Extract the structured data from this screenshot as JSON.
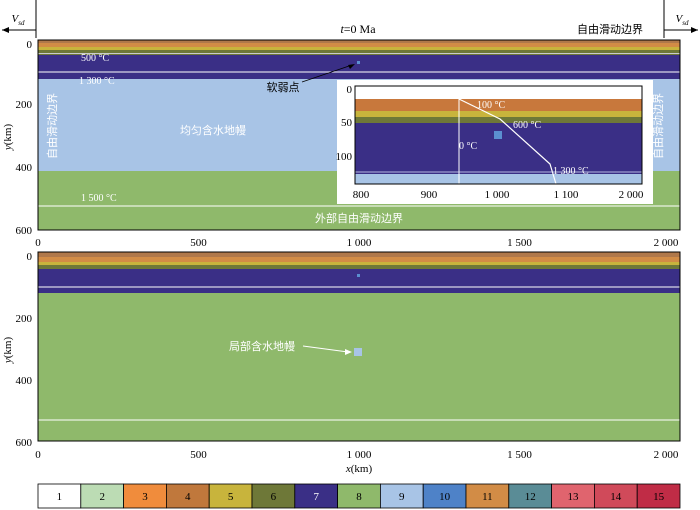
{
  "top_bar": {
    "v_left": "V",
    "v_left_sub": "sd",
    "v_right": "V",
    "v_right_sub": "sd",
    "time_label_t": "t",
    "time_label_rest": "=0 Ma",
    "right_boundary": "自由滑动边界"
  },
  "panel_top": {
    "iso_500": "500 °C",
    "iso_1300": "1 300 °C",
    "iso_1500": "1 500 °C",
    "weak_point": "软弱点",
    "mantle_label": "均匀含水地幔",
    "left_boundary": "自由滑动边界",
    "right_boundary": "自由滑动边界",
    "bottom_boundary": "外部自由滑动边界",
    "y_ticks": [
      "0",
      "200",
      "400",
      "600"
    ],
    "x_ticks": [
      "0",
      "500",
      "1 000",
      "1 500",
      "2 000"
    ],
    "y_label_y": "y",
    "y_label_unit": "(km)"
  },
  "inset": {
    "y_ticks": [
      "0",
      "50",
      "100"
    ],
    "x_ticks": [
      "800",
      "900",
      "1 000",
      "1 100",
      "2 000"
    ],
    "iso_100": "100 °C",
    "iso_600": "600 °C",
    "iso_0": "0 °C",
    "iso_1300": "1 300 °C"
  },
  "panel_bottom": {
    "local_label": "局部含水地幔",
    "y_ticks": [
      "0",
      "200",
      "400",
      "600"
    ],
    "x_ticks": [
      "0",
      "500",
      "1 000",
      "1 500",
      "2 000"
    ],
    "y_label_y": "y",
    "y_label_unit": "(km)",
    "x_label_x": "x",
    "x_label_unit": "(km)"
  },
  "legend": {
    "items": [
      "1",
      "2",
      "3",
      "4",
      "5",
      "6",
      "7",
      "8",
      "9",
      "10",
      "11",
      "12",
      "13",
      "14",
      "15"
    ],
    "colors": [
      "#ffffff",
      "#bcdcb4",
      "#f08c3c",
      "#c0783c",
      "#c8b43c",
      "#6e7838",
      "#3a2f86",
      "#8fb96b",
      "#a8c4e6",
      "#4e82c8",
      "#d28c46",
      "#5a8c96",
      "#e0646e",
      "#d04a5a",
      "#c02c46"
    ]
  },
  "colors": {
    "mantle_green": "#8fb96b",
    "lithosphere_purple": "#3a2f86",
    "hydrous_blue": "#a8c4e6",
    "weak_point": "#5b8fd0"
  }
}
